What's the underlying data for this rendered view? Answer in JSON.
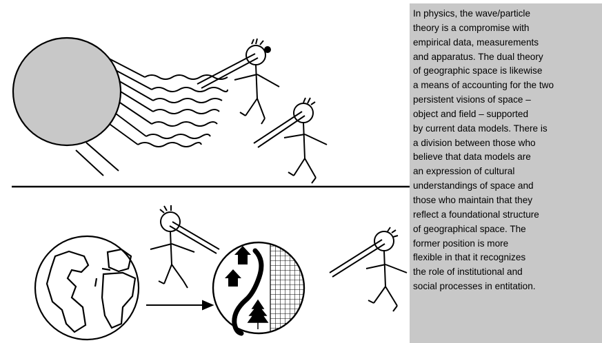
{
  "caption": {
    "lines": [
      "In physics, the wave/particle",
      "theory is a compromise with",
      "empirical data, measurements",
      "and apparatus. The dual theory",
      "of geographic space is likewise",
      "a means of accounting for the two",
      "persistent visions of space –",
      "object and field – supported",
      " by current data models. There is",
      "a division between those who",
      "believe that data models are",
      "an expression of cultural",
      "understandings of space and",
      "those who maintain that they",
      "reflect a foundational structure",
      "of geographical space. The",
      "former position is more",
      "flexible in that it recognizes",
      "the role of institutional and",
      "social processes in entitation."
    ]
  },
  "colors": {
    "caption_background": "#c8c8c8",
    "sun_fill": "#c8c8c8",
    "ink": "#000000"
  },
  "icons": [
    "sun-disc",
    "light-rays",
    "wave-lines",
    "stick-figure",
    "world-map-globe",
    "arrow",
    "house-icon",
    "tree-icon",
    "grid-hatch"
  ]
}
